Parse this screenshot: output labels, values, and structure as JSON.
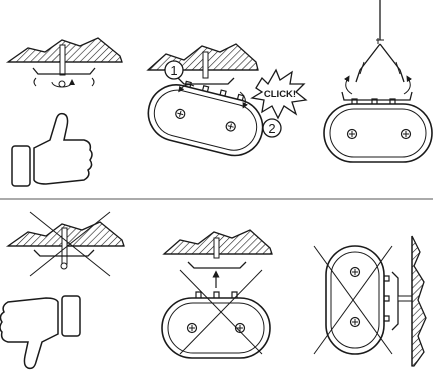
{
  "labels": {
    "step_one": "1",
    "step_two": "2",
    "click_text": "CLICK!"
  },
  "colors": {
    "ink": "#1a1a1a",
    "paper": "#ffffff",
    "divider": "#555555"
  },
  "sections": {
    "correct": {
      "rating_icon": "thumbs-up-icon",
      "steps": [
        "screw-anchor-into-ceiling",
        "clip-box-onto-bracket",
        "hang-from-cable"
      ]
    },
    "incorrect": {
      "rating_icon": "thumbs-down-icon",
      "mistakes": [
        "crossed-out-ceiling-screw",
        "crossed-out-bottom-mount",
        "crossed-out-wall-mount"
      ]
    }
  }
}
